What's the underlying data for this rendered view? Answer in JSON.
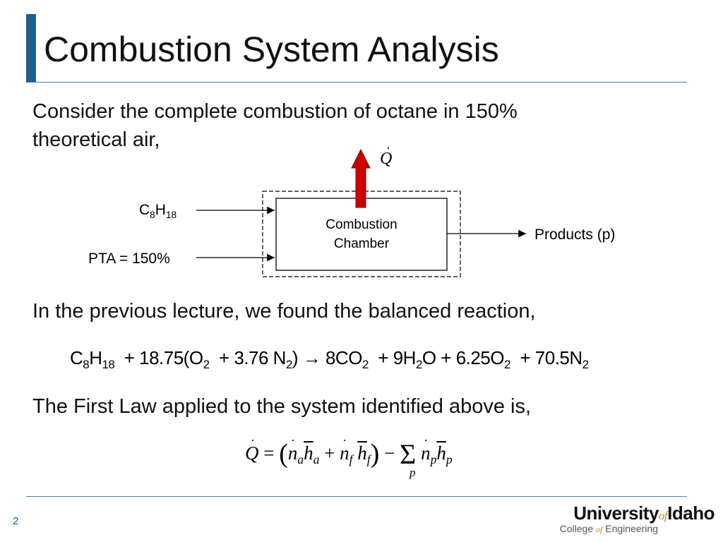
{
  "slide": {
    "title": "Combustion System Analysis",
    "page_number": "2"
  },
  "text": {
    "intro_line1": "Consider the complete combustion of octane in 150%",
    "intro_line2": "theoretical air,",
    "previous": "In the previous lecture, we found the balanced reaction,",
    "first_law": "The First Law applied to the system identified above is,"
  },
  "diagram": {
    "fuel_label": "C8H18",
    "pta_label": "PTA = 150%",
    "chamber_line1": "Combustion",
    "chamber_line2": "Chamber",
    "products_label": "Products (p)",
    "heat_symbol": "Q",
    "arrow_color": "#cc0000"
  },
  "equations": {
    "balanced_reaction": "C8H18 + 18.75(O2 + 3.76 N2) → 8CO2 + 9H2O + 6.25O2 + 70.5N2",
    "first_law": "Q̇ = (ṅa h̄a + ṅf h̄f) − Σp ṅp h̄p"
  },
  "logo": {
    "name_a": "University",
    "name_of": "of",
    "name_b": "Idaho",
    "college_a": "College",
    "college_of": "of",
    "college_b": "Engineering"
  }
}
